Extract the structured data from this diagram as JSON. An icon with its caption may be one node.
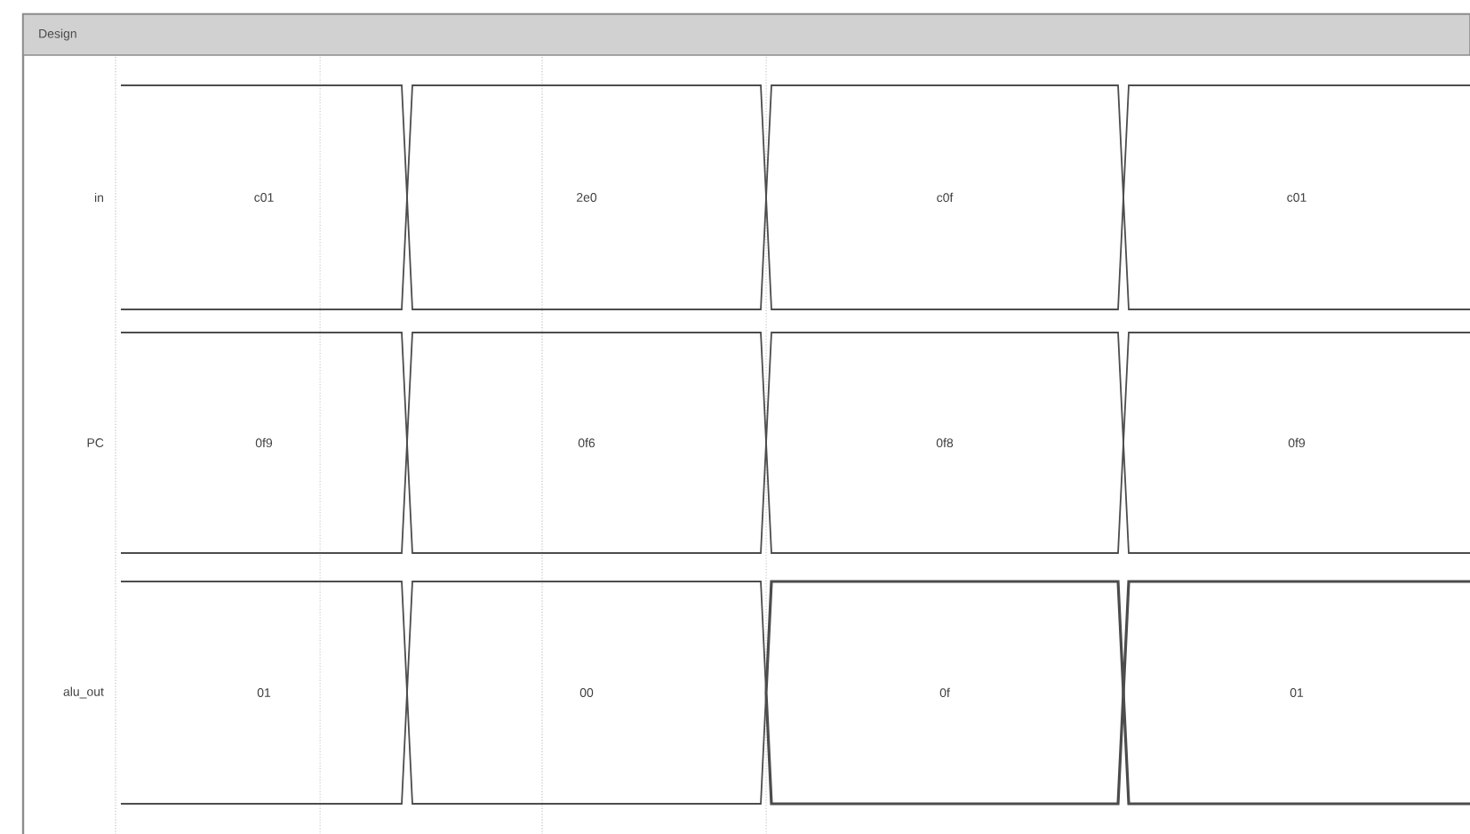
{
  "diagram": {
    "title": "Design",
    "nodes": [
      {
        "text": [
          "c01"
        ]
      },
      {
        "text": [
          "2e0"
        ]
      },
      {
        "text": [
          "c0f"
        ]
      },
      {
        "text": [
          "c01"
        ]
      },
      {
        "text": [
          "0f9"
        ]
      },
      {
        "text": [
          "0f6"
        ]
      },
      {
        "text": [
          "0f8"
        ]
      },
      {
        "text": [
          "0f9"
        ]
      },
      {
        "text": [
          "01"
        ]
      },
      {
        "text": [
          "00"
        ]
      },
      {
        "text": [
          "0f"
        ]
      },
      {
        "text": [
          "01"
        ]
      }
    ],
    "labels": [
      "in",
      "PC",
      "alu_out"
    ]
  }
}
